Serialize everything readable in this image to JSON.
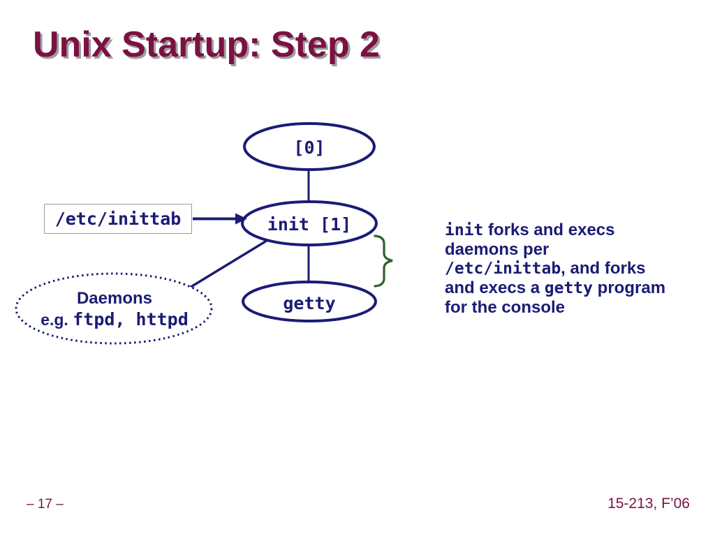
{
  "slide": {
    "title": "Unix Startup: Step 2",
    "page_number": "– 17 –",
    "course": "15-213, F’06"
  },
  "colors": {
    "navy": "#1b1b75",
    "maroon": "#7b1143",
    "green": "#2e6130",
    "shadow": "#9e9e9e",
    "boxborder": "#9999aa"
  },
  "diagram": {
    "node0_label": "[0]",
    "init_label": "init [1]",
    "getty_label": "getty",
    "inittab_label": "/etc/inittab",
    "daemons_title": "Daemons",
    "daemons_examples": [
      {
        "t": "e.g. ",
        "mono": false
      },
      {
        "t": "ftpd, httpd",
        "mono": true
      }
    ]
  },
  "description": {
    "lines": [
      [
        {
          "t": "init",
          "mono": true
        },
        {
          "t": " forks and execs",
          "mono": false
        }
      ],
      [
        {
          "t": "daemons per",
          "mono": false
        }
      ],
      [
        {
          "t": "/etc/inittab",
          "mono": true
        },
        {
          "t": ", and forks",
          "mono": false
        }
      ],
      [
        {
          "t": "and execs a ",
          "mono": false
        },
        {
          "t": "getty",
          "mono": true
        },
        {
          "t": " program",
          "mono": false
        }
      ],
      [
        {
          "t": "for the console",
          "mono": false
        }
      ]
    ]
  }
}
